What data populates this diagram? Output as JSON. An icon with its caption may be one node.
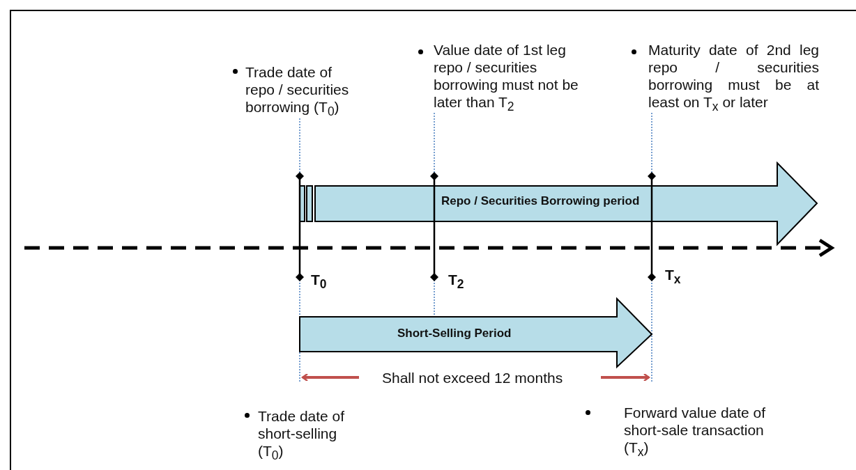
{
  "diagram": {
    "nodes": [
      {
        "text": [
          "Repo / Securities Borrowing period"
        ]
      },
      {
        "text": [
          "Short-Selling Period"
        ]
      }
    ],
    "edges": [],
    "labels": [
      "Trade date of repo / securities borrowing (T$_{0}$)",
      "Value date of 1st leg repo / securities borrowing must not be later than T$_{2}$",
      "Maturity date of 2nd leg repo / securities borrowing must be at least on T$_{x}$ or later",
      "T$_{0}$",
      "T$_{2}$",
      "T$_{x}$",
      "Shall not exceed 12 months",
      "Trade date of short-selling (T$_{0}$)",
      "Forward value date of short-sale transaction (T$_{x}$)"
    ]
  }
}
